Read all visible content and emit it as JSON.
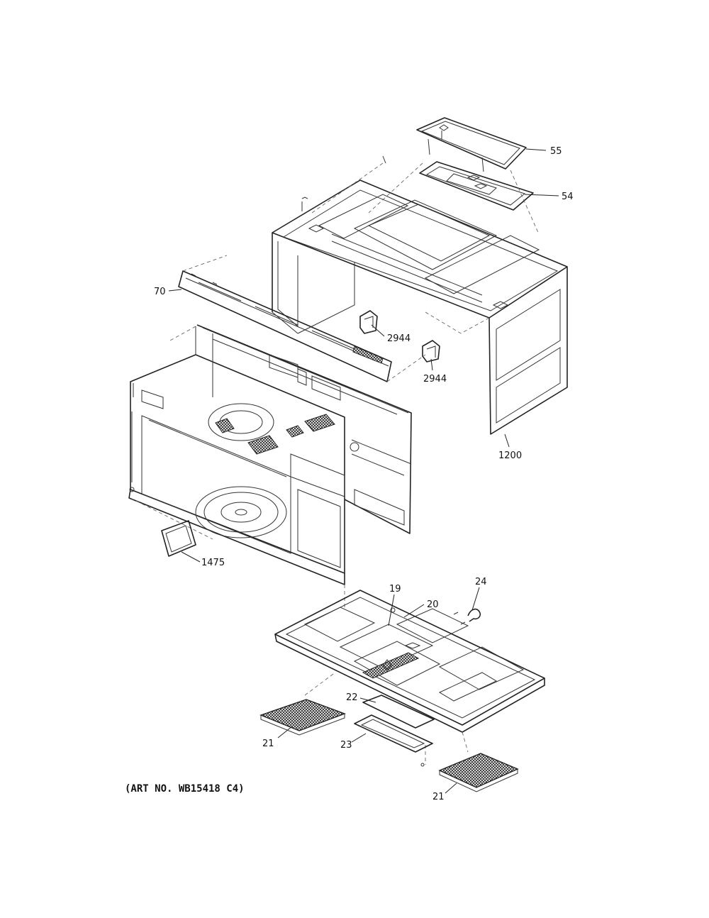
{
  "diagram": {
    "parts": [
      {
        "id": "lid-55",
        "label": "55"
      },
      {
        "id": "frame-54",
        "label": "54"
      },
      {
        "id": "panel-70",
        "label": "70"
      },
      {
        "id": "latch-2944-a",
        "label": "2944"
      },
      {
        "id": "latch-2944-b",
        "label": "2944"
      },
      {
        "id": "outer-case-1200",
        "label": "1200"
      },
      {
        "id": "cover-1475",
        "label": "1475"
      },
      {
        "id": "part-19",
        "label": "19"
      },
      {
        "id": "base-plate-20",
        "label": "20"
      },
      {
        "id": "clip-24",
        "label": "24"
      },
      {
        "id": "filter-21-a",
        "label": "21"
      },
      {
        "id": "filter-21-b",
        "label": "21"
      },
      {
        "id": "cover-22",
        "label": "22"
      },
      {
        "id": "frame-23",
        "label": "23"
      }
    ],
    "art_number": "(ART NO. WB15418 C4)"
  }
}
